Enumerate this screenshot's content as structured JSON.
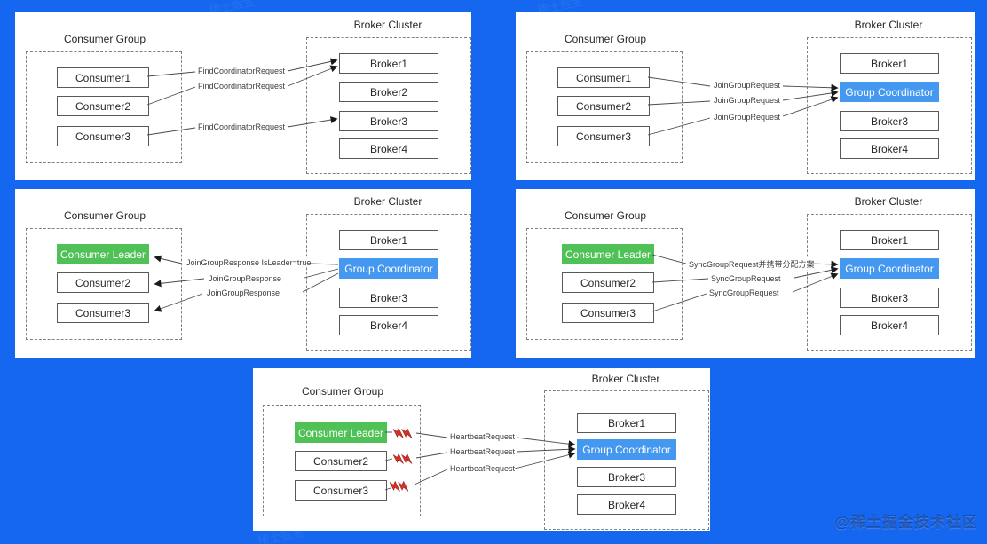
{
  "watermark": "@稀土掘金技术社区",
  "faint_watermark": "稀土掘金",
  "colors": {
    "background": "#1567ef",
    "coordinator_blue": "#4498f0",
    "leader_green": "#4fc156",
    "lightning_red": "#d93025"
  },
  "panels": [
    {
      "consumer_group_title": "Consumer Group",
      "broker_cluster_title": "Broker Cluster",
      "consumers": [
        "Consumer1",
        "Consumer2",
        "Consumer3"
      ],
      "brokers": [
        "Broker1",
        "Broker2",
        "Broker3",
        "Broker4"
      ],
      "labels": [
        "FindCoordinatorRequest",
        "FindCoordinatorRequest",
        "FindCoordinatorRequest"
      ]
    },
    {
      "consumer_group_title": "Consumer Group",
      "broker_cluster_title": "Broker Cluster",
      "consumers": [
        "Consumer1",
        "Consumer2",
        "Consumer3"
      ],
      "brokers": [
        "Broker1",
        "Group Coordinator",
        "Broker3",
        "Broker4"
      ],
      "labels": [
        "JoinGroupRequest",
        "JoinGroupRequest",
        "JoinGroupRequest"
      ]
    },
    {
      "consumer_group_title": "Consumer Group",
      "broker_cluster_title": "Broker Cluster",
      "consumers": [
        "Consumer Leader",
        "Consumer2",
        "Consumer3"
      ],
      "brokers": [
        "Broker1",
        "Group Coordinator",
        "Broker3",
        "Broker4"
      ],
      "labels": [
        "JoinGroupResponse IsLeader=true",
        "JoinGroupResponse",
        "JoinGroupResponse"
      ]
    },
    {
      "consumer_group_title": "Consumer Group",
      "broker_cluster_title": "Broker Cluster",
      "consumers": [
        "Consumer Leader",
        "Consumer2",
        "Consumer3"
      ],
      "brokers": [
        "Broker1",
        "Group Coordinator",
        "Broker3",
        "Broker4"
      ],
      "labels": [
        "SyncGroupRequest并携带分配方案",
        "SyncGroupRequest",
        "SyncGroupRequest"
      ]
    },
    {
      "consumer_group_title": "Consumer Group",
      "broker_cluster_title": "Broker Cluster",
      "consumers": [
        "Consumer Leader",
        "Consumer2",
        "Consumer3"
      ],
      "brokers": [
        "Broker1",
        "Group Coordinator",
        "Broker3",
        "Broker4"
      ],
      "labels": [
        "HeartbeatRequest",
        "HeartbeatRequest",
        "HeartbeatRequest"
      ]
    }
  ]
}
